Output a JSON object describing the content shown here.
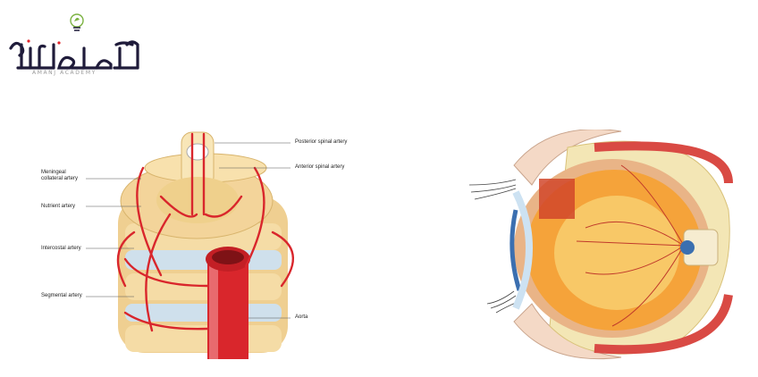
{
  "logo": {
    "wordmark_icon": "leaf-bulb-icon",
    "subtitle": "AMANJ ACADEMY",
    "colors": {
      "ink": "#1f1b3a",
      "leaf": "#7bb241",
      "accent": "#e2232a"
    }
  },
  "spine_figure": {
    "labels": {
      "posterior_spinal": "Posterior spinal artery",
      "anterior_spinal": "Anterior spinal artery",
      "meningeal_1": "Meningeal",
      "meningeal_2": "collateral artery",
      "nutrient": "Nutrient artery",
      "intercostal": "Intercostal artery",
      "segmental": "Segmental artery",
      "aorta": "Aorta"
    },
    "colors": {
      "artery": "#d9262c",
      "bone": "#f2d9a0",
      "disc": "#cfe0ec"
    }
  },
  "eye_figure": {
    "colors": {
      "fundus": "#f5a33a",
      "sclera": "#f3e6b5",
      "muscle": "#d94a44",
      "iris": "#3b6fb0"
    }
  }
}
